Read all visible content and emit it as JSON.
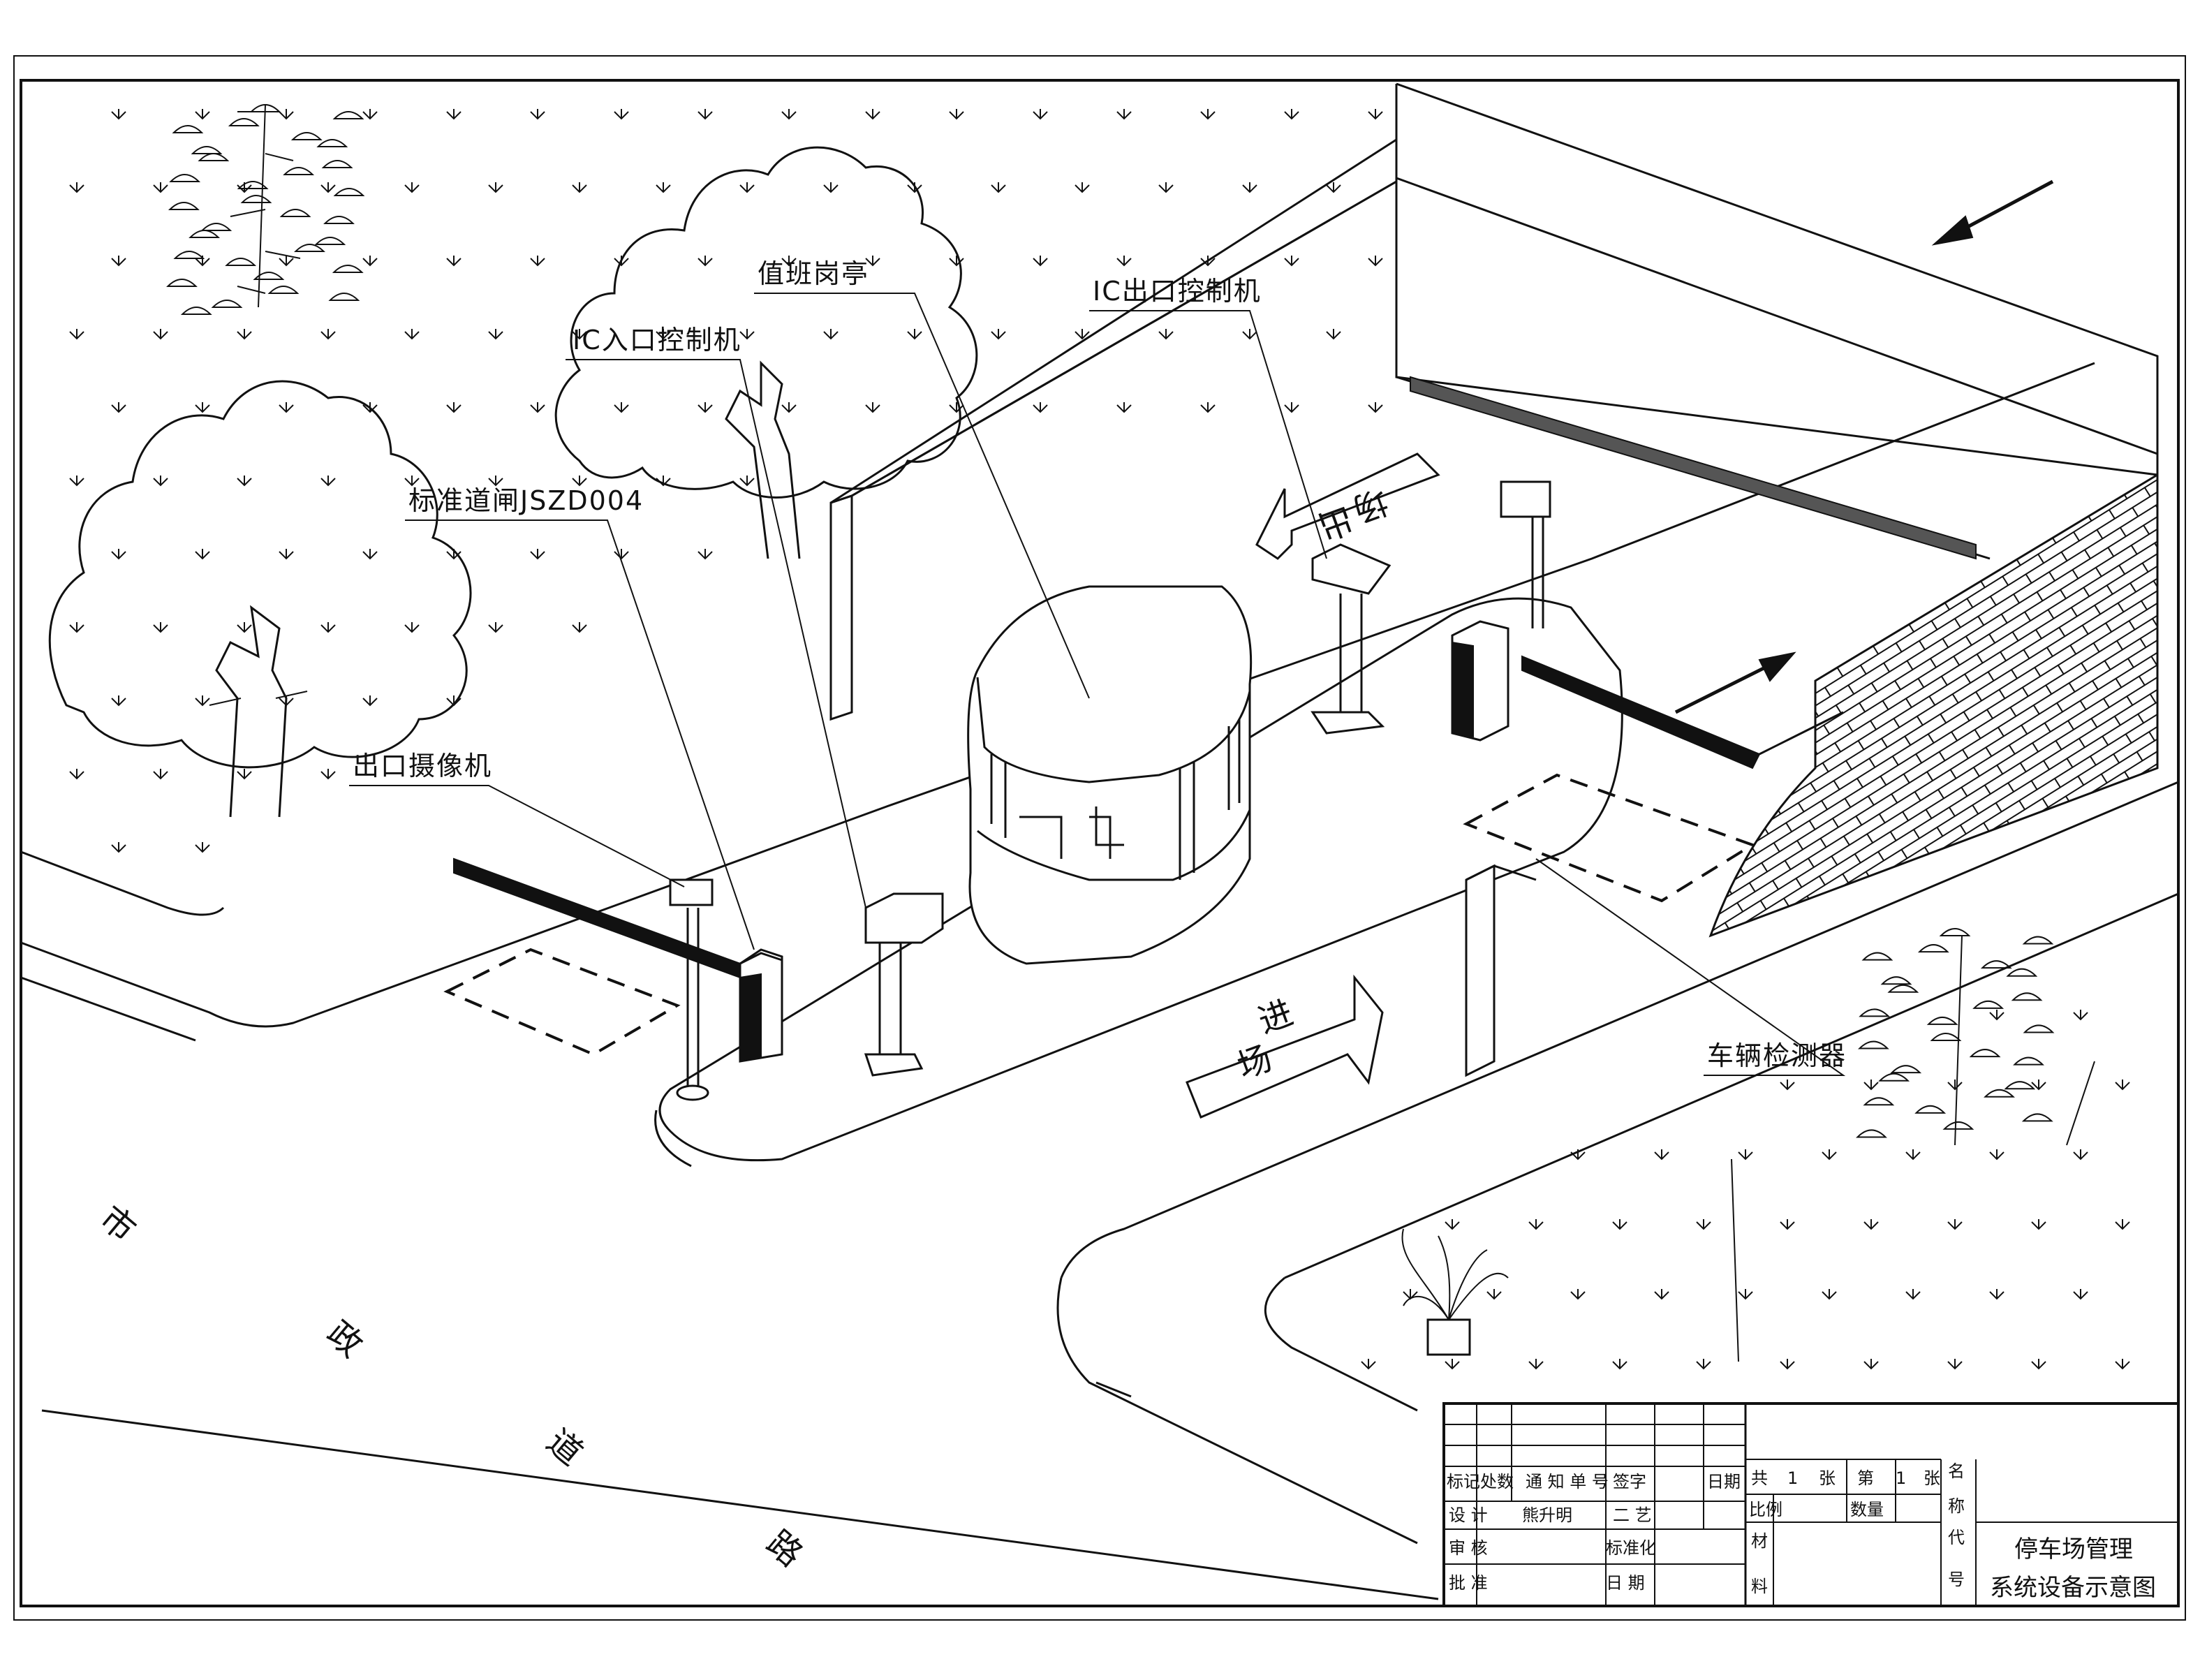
{
  "labels": {
    "entry_controller": "IC入口控制机",
    "guard_booth": "值班岗亭",
    "exit_controller": "IC出口控制机",
    "barrier": "标准道闸JSZD004",
    "exit_camera": "出口摄像机",
    "vehicle_detector": "车辆检测器"
  },
  "road_markings": {
    "entry_1": "进",
    "entry_2": "场",
    "exit_1": "出",
    "exit_2": "场"
  },
  "street": [
    "市",
    "政",
    "道",
    "路"
  ],
  "title_block": {
    "r1": [
      "标记",
      "处数",
      "通 知 单 号",
      "签字",
      "日期"
    ],
    "design": "设 计",
    "designer": "熊升明",
    "process": "二 艺",
    "review": "审 核",
    "standard": "标准化",
    "approve": "批 准",
    "date": "日 期",
    "total": "共",
    "total_n": "1",
    "sheet_u1": "张",
    "sheet_no": "第",
    "sheet_n": "1",
    "sheet_u2": "张",
    "scale": "比例",
    "qty": "数量",
    "material_1": "材",
    "material_2": "料",
    "name_1": "名",
    "name_2": "称",
    "code_1": "代",
    "code_2": "号",
    "title_1": "停车场管理",
    "title_2": "系统设备示意图"
  },
  "colors": {
    "ink": "#111111",
    "paper": "#ffffff"
  }
}
